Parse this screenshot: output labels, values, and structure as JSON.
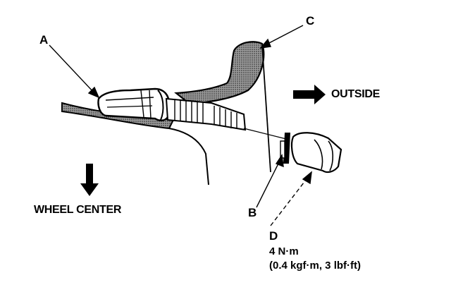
{
  "callouts": {
    "a": "A",
    "b": "B",
    "c": "C",
    "d": "D"
  },
  "directions": {
    "outside": "OUTSIDE",
    "wheel_center": "WHEEL CENTER"
  },
  "torque_spec": {
    "value": "4 N·m",
    "alt_units": "(0.4 kgf·m, 3 lbf·ft)"
  },
  "colors": {
    "ink": "#000000",
    "stipple": "#555555",
    "paper": "#ffffff"
  },
  "icons": [
    "arrow-right-icon",
    "arrow-down-icon"
  ]
}
